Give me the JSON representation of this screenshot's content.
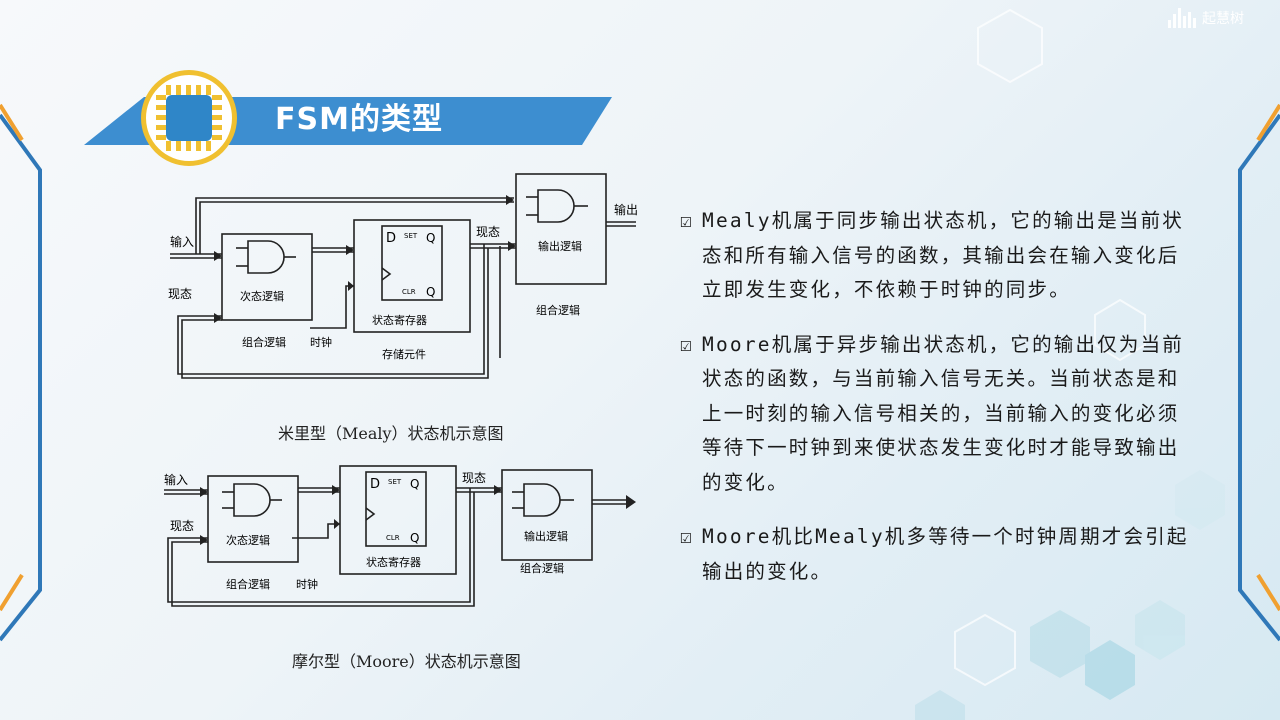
{
  "logo": {
    "text": "起慧树"
  },
  "title": {
    "text": "FSM的类型"
  },
  "mealy_diagram": {
    "input_label": "输入",
    "state_label_left": "现态",
    "state_label_right": "现态",
    "next_state_logic": "次态逻辑",
    "state_register": "状态寄存器",
    "output_logic": "输出逻辑",
    "output_label": "输出",
    "comb_logic_left": "组合逻辑",
    "comb_logic_right": "组合逻辑",
    "clock_label": "时钟",
    "storage_label": "存储元件",
    "ff_d": "D",
    "ff_q": "Q",
    "ff_set": "SET",
    "ff_clr": "CLR",
    "caption": "米里型（Mealy）状态机示意图"
  },
  "moore_diagram": {
    "input_label": "输入",
    "state_label_left": "现态",
    "state_label_right": "现态",
    "next_state_logic": "次态逻辑",
    "state_register": "状态寄存器",
    "output_logic": "输出逻辑",
    "comb_logic_left": "组合逻辑",
    "comb_logic_right": "组合逻辑",
    "clock_label": "时钟",
    "ff_d": "D",
    "ff_q": "Q",
    "ff_set": "SET",
    "ff_clr": "CLR",
    "caption": "摩尔型（Moore）状态机示意图"
  },
  "bullets": [
    {
      "mark": "☑",
      "text": "Mealy机属于同步输出状态机，它的输出是当前状态和所有输入信号的函数，其输出会在输入变化后立即发生变化，不依赖于时钟的同步。"
    },
    {
      "mark": "☑",
      "text": "Moore机属于异步输出状态机，它的输出仅为当前状态的函数，与当前输入信号无关。当前状态是和上一时刻的输入信号相关的，当前输入的变化必须等待下一时钟到来使状态发生变化时才能导致输出的变化。"
    },
    {
      "mark": "☑",
      "text": "Moore机比Mealy机多等待一个时钟周期才会引起输出的变化。"
    }
  ],
  "colors": {
    "title_band": "#3d8ed0",
    "chip_ring": "#f0c030",
    "chip_body": "#2f86c8",
    "side_line": "#2f78b8",
    "side_accent": "#f0a030"
  }
}
